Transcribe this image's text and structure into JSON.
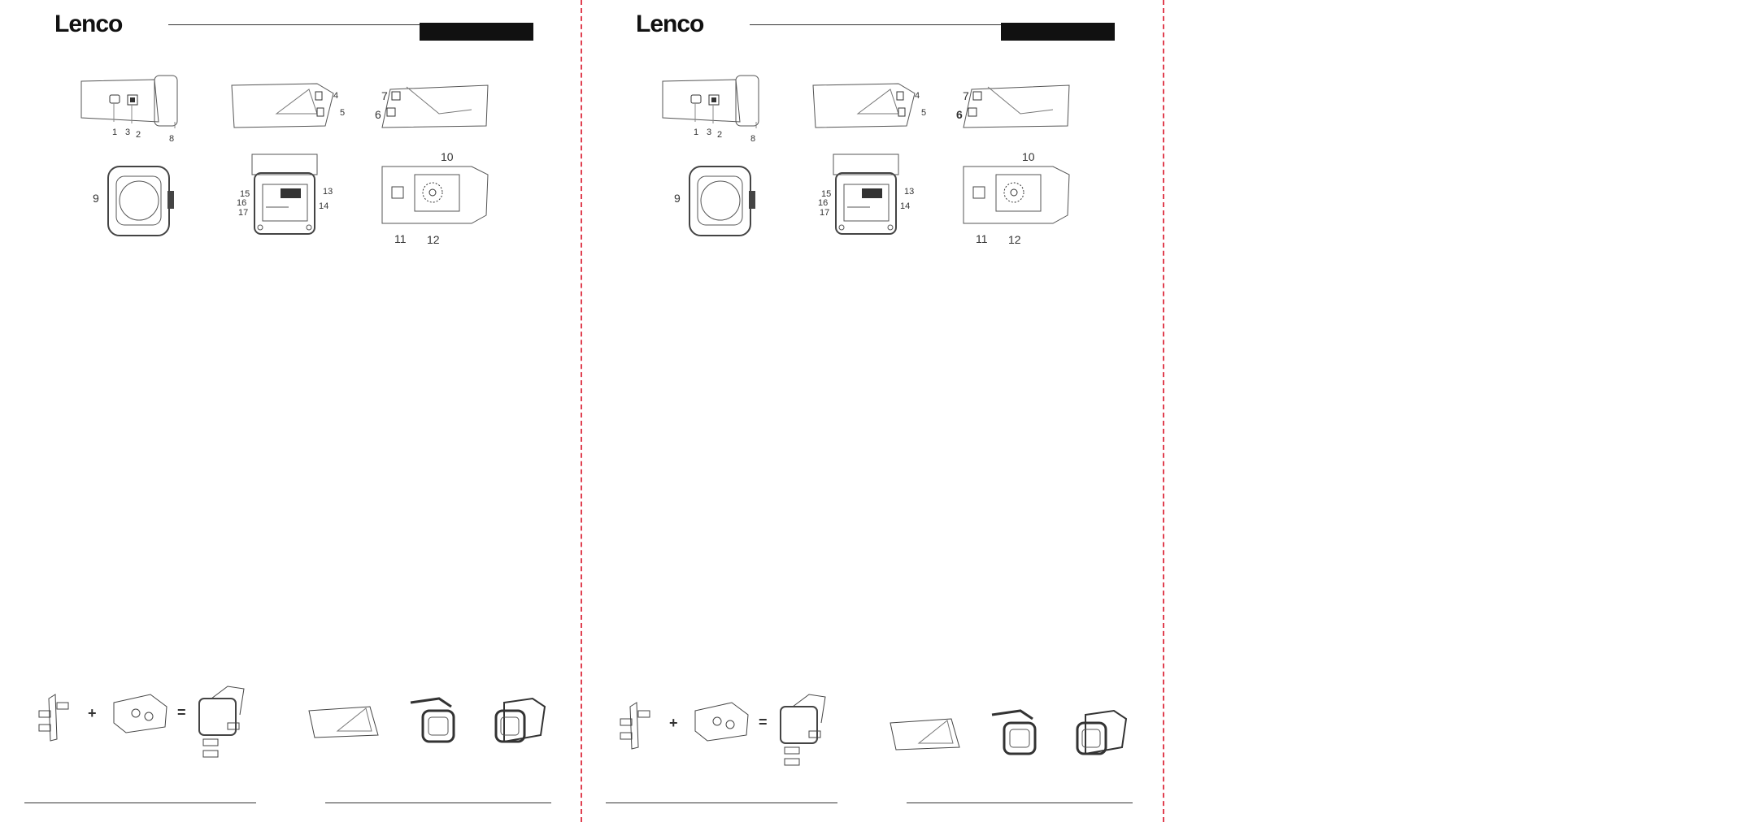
{
  "panels": [
    {
      "logo": "Lenco",
      "callouts": {
        "c1": "1",
        "c2": "2",
        "c3": "3",
        "c4": "4",
        "c5": "5",
        "c6": "6",
        "c7": "7",
        "c8": "8",
        "c9": "9",
        "c10": "10",
        "c11": "11",
        "c12": "12",
        "c13": "13",
        "c14": "14",
        "c15": "15",
        "c16": "16",
        "c17": "17"
      },
      "symbols": {
        "plus": "+",
        "equals": "="
      }
    },
    {
      "logo": "Lenco",
      "callouts": {
        "c1": "1",
        "c2": "2",
        "c3": "3",
        "c4": "4",
        "c5": "5",
        "c6": "6",
        "c7": "7",
        "c8": "8",
        "c9": "9",
        "c10": "10",
        "c11": "11",
        "c12": "12",
        "c13": "13",
        "c14": "14",
        "c15": "15",
        "c16": "16",
        "c17": "17"
      },
      "symbols": {
        "plus": "+",
        "equals": "="
      }
    }
  ],
  "colors": {
    "cut_line": "#e04050",
    "ink": "#333333",
    "header_bar": "#111111"
  }
}
